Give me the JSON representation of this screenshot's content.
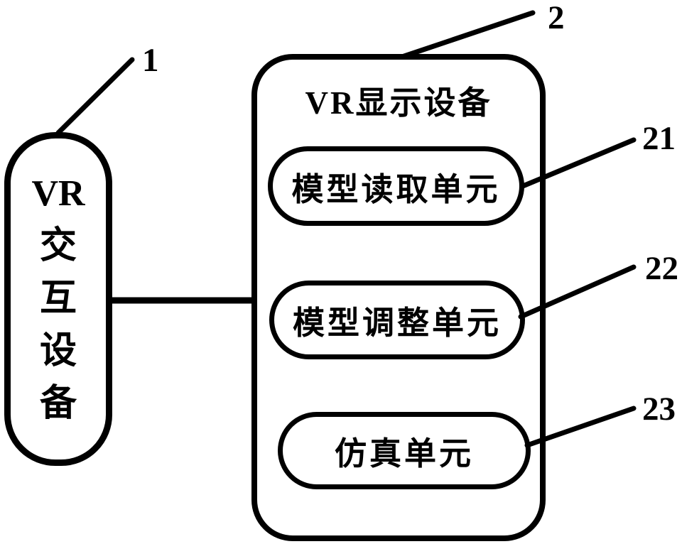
{
  "diagram": {
    "colors": {
      "ink": "#000000",
      "background": "#ffffff"
    },
    "left_box": {
      "ref": "1",
      "label": "VR交互设备",
      "lines": [
        "VR",
        "交",
        "互",
        "设",
        "备"
      ]
    },
    "main_box": {
      "ref": "2",
      "title": "VR显示设备",
      "units": [
        {
          "ref": "21",
          "label": "模型读取单元"
        },
        {
          "ref": "22",
          "label": "模型调整单元"
        },
        {
          "ref": "23",
          "label": "仿真单元"
        }
      ]
    }
  }
}
